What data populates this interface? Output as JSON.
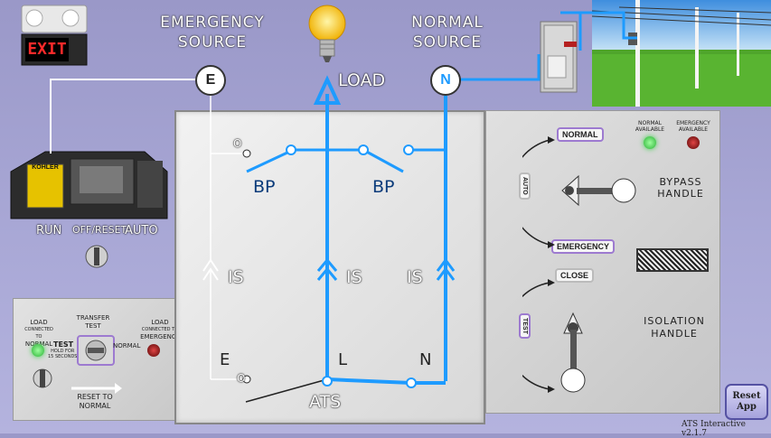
{
  "emergency_source": {
    "line1": "EMERGENCY",
    "line2": "SOURCE",
    "node": "E"
  },
  "normal_source": {
    "line1": "NORMAL",
    "line2": "SOURCE",
    "node": "N"
  },
  "load": {
    "label": "LOAD"
  },
  "exit_sign": "EXIT",
  "generator_brand": "KOHLER",
  "generator_switch": {
    "run": "RUN",
    "off_reset": "OFF/RESET",
    "auto": "AUTO"
  },
  "schematic": {
    "bp_left": "BP",
    "bp_right": "BP",
    "is_left": "IS",
    "is_middle": "IS",
    "is_right": "IS",
    "e_contact": "E",
    "l_contact": "L",
    "n_contact": "N",
    "o_top": "O",
    "o_bottom": "O",
    "ats": "ATS"
  },
  "bypass_panel": {
    "normal_tag": "NORMAL",
    "auto_tag": "AUTO",
    "emergency_tag": "EMERGENCY",
    "normal_available": "NORMAL AVAILABLE",
    "emergency_available": "EMERGENCY AVAILABLE",
    "bypass_line1": "BYPASS",
    "bypass_line2": "HANDLE",
    "close_tag": "CLOSE",
    "test_tag": "TEST",
    "isolation_line1": "ISOLATION",
    "isolation_line2": "HANDLE"
  },
  "transfer_panel": {
    "load_normal_1": "LOAD",
    "load_normal_2": "CONNECTED TO",
    "load_normal_3": "NORMAL",
    "transfer_1": "TRANSFER",
    "transfer_2": "TEST",
    "test_label": "TEST",
    "test_hold_1": "HOLD FOR",
    "test_hold_2": "15 SECONDS",
    "normal_label": "NORMAL",
    "load_emerg_1": "LOAD",
    "load_emerg_2": "CONNECTED TO",
    "load_emerg_3": "EMERGENCY",
    "reset_1": "RESET TO",
    "reset_2": "NORMAL"
  },
  "reset_button": {
    "line1": "Reset",
    "line2": "App"
  },
  "version": "ATS Interactive v2.1.7",
  "colors": {
    "wire_active": "#1e9bff",
    "wire_idle": "#ffffff",
    "led_green": "#3cd24a",
    "led_red": "#b01515",
    "tag_border": "#9d7ad0"
  }
}
